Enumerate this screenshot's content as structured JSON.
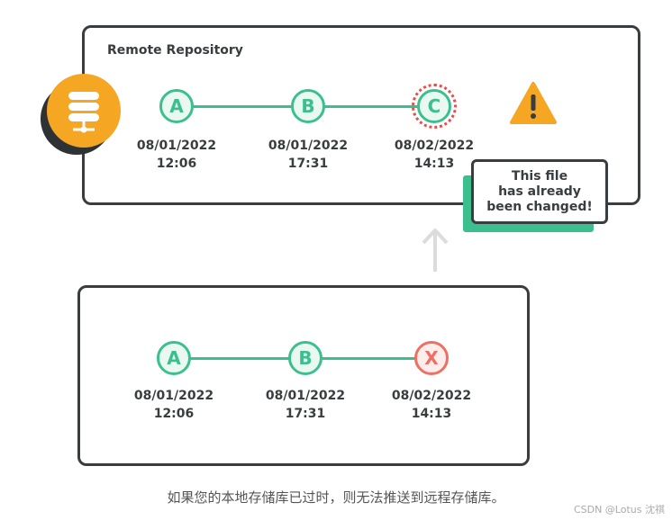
{
  "remote": {
    "title": "Remote Repository",
    "commits": [
      {
        "label": "A",
        "date": "08/01/2022",
        "time": "12:06"
      },
      {
        "label": "B",
        "date": "08/01/2022",
        "time": "17:31"
      },
      {
        "label": "C",
        "date": "08/02/2022",
        "time": "14:13"
      }
    ]
  },
  "local": {
    "commits": [
      {
        "label": "A",
        "date": "08/01/2022",
        "time": "12:06"
      },
      {
        "label": "B",
        "date": "08/01/2022",
        "time": "17:31"
      },
      {
        "label": "X",
        "date": "08/02/2022",
        "time": "14:13"
      }
    ]
  },
  "warning": {
    "line1": "This file",
    "line2": "has already",
    "line3": "been changed!"
  },
  "icons": {
    "server": "server-icon",
    "warning": "warning-icon",
    "arrow": "up-arrow-icon"
  },
  "colors": {
    "commit_ok": "#3cbf8f",
    "commit_error": "#ee6f64",
    "server_badge": "#f5a623",
    "warning": "#f5a623",
    "border": "#3a3d40"
  },
  "caption": "如果您的本地存储库已过时，则无法推送到远程存储库。",
  "watermark": "CSDN @Lotus 沈祺"
}
